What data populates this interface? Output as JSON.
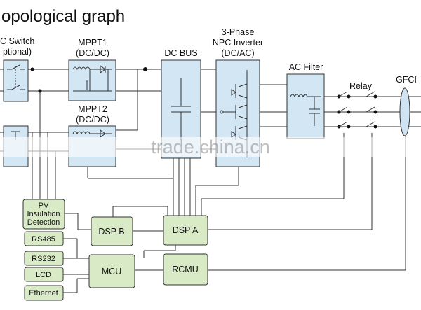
{
  "title": "opological graph",
  "watermark": "trade.china.cn",
  "blocks": {
    "dc_switch": [
      "C Switch",
      "ptional)"
    ],
    "mppt1": [
      "MPPT1",
      "(DC/DC)"
    ],
    "mppt2": [
      "MPPT2",
      "(DC/DC)"
    ],
    "dc_bus": [
      "DC BUS"
    ],
    "inverter": [
      "3-Phase",
      "NPC Inverter",
      "(DC/AC)"
    ],
    "ac_filter": [
      "AC Filter"
    ],
    "relay": [
      "Relay"
    ],
    "gfci": [
      "GFCI"
    ],
    "pv_insulation": [
      "PV",
      "Insulation",
      "Detection"
    ],
    "dsp_b": [
      "DSP B"
    ],
    "dsp_a": [
      "DSP A"
    ],
    "rs485": [
      "RS485"
    ],
    "rs232": [
      "RS232"
    ],
    "lcd": [
      "LCD"
    ],
    "ethernet": [
      "Ethernet"
    ],
    "mcu": [
      "MCU"
    ],
    "rcmu": [
      "RCMU"
    ]
  },
  "colors": {
    "power_block": "#d2e6f4",
    "control_block": "#d8ebc6",
    "line": "#333333"
  }
}
